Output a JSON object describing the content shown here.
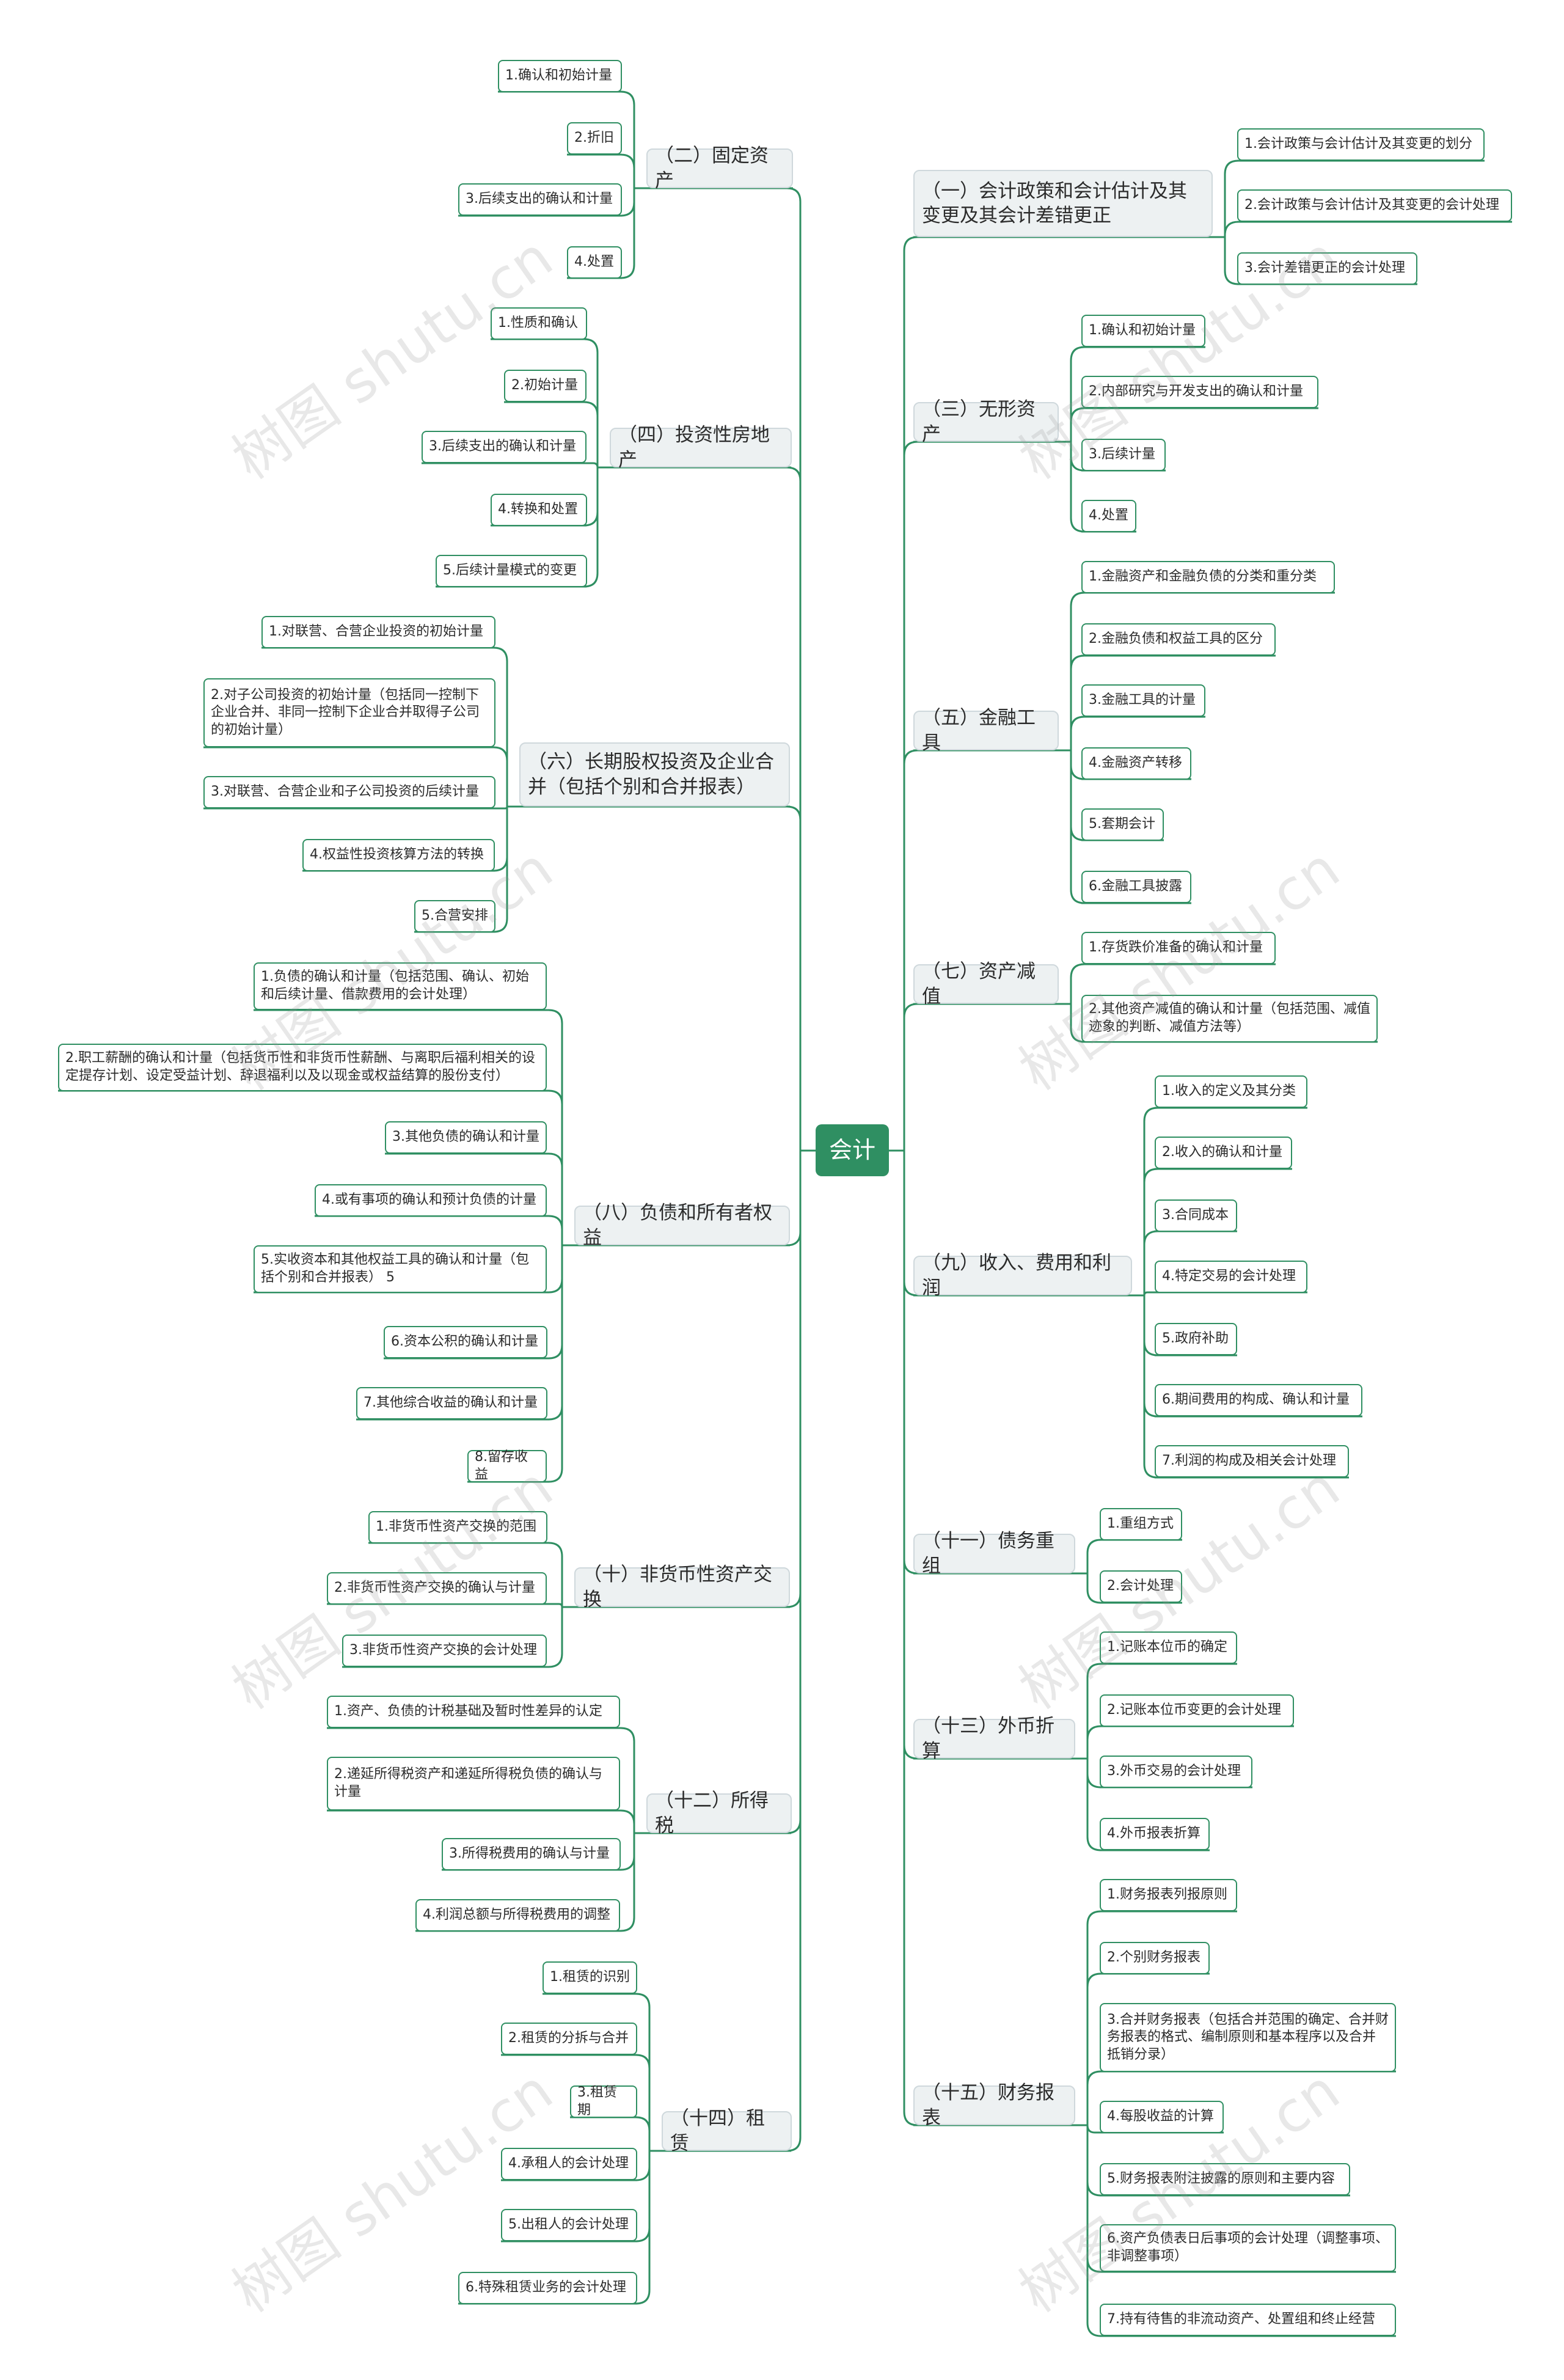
{
  "root": "会计",
  "left": [
    {
      "label": "（二）固定资产",
      "children": [
        "1.确认和初始计量",
        "2.折旧",
        "3.后续支出的确认和计量",
        "4.处置"
      ]
    },
    {
      "label": "（四）投资性房地产",
      "children": [
        "1.性质和确认",
        "2.初始计量",
        "3.后续支出的确认和计量",
        "4.转换和处置",
        "5.后续计量模式的变更"
      ]
    },
    {
      "label": "（六）长期股权投资及企业合并（包括个别和合并报表）",
      "children": [
        "1.对联营、合营企业投资的初始计量",
        "2.对子公司投资的初始计量（包括同一控制下企业合并、非同一控制下企业合并取得子公司的初始计量）",
        "3.对联营、合营企业和子公司投资的后续计量",
        "4.权益性投资核算方法的转换",
        "5.合营安排"
      ]
    },
    {
      "label": "（八）负债和所有者权益",
      "children": [
        "1.负债的确认和计量（包括范围、确认、初始和后续计量、借款费用的会计处理）",
        "2.职工薪酬的确认和计量（包括货币性和非货币性薪酬、与离职后福利相关的设定提存计划、设定受益计划、辞退福利以及以现金或权益结算的股份支付）",
        "3.其他负债的确认和计量",
        "4.或有事项的确认和预计负债的计量",
        "5.实收资本和其他权益工具的确认和计量（包括个别和合并报表） 5",
        "6.资本公积的确认和计量",
        "7.其他综合收益的确认和计量",
        "8.留存收益"
      ]
    },
    {
      "label": "（十）非货币性资产交换",
      "children": [
        "1.非货币性资产交换的范围",
        "2.非货币性资产交换的确认与计量",
        "3.非货币性资产交换的会计处理"
      ]
    },
    {
      "label": "（十二）所得税",
      "children": [
        "1.资产、负债的计税基础及暂时性差异的认定",
        "2.递延所得税资产和递延所得税负债的确认与计量",
        "3.所得税费用的确认与计量",
        "4.利润总额与所得税费用的调整"
      ]
    },
    {
      "label": "（十四）租赁",
      "children": [
        "1.租赁的识别",
        "2.租赁的分拆与合并",
        "3.租赁期",
        "4.承租人的会计处理",
        "5.出租人的会计处理",
        "6.特殊租赁业务的会计处理"
      ]
    }
  ],
  "right": [
    {
      "label": "（一）会计政策和会计估计及其变更及其会计差错更正",
      "children": [
        "1.会计政策与会计估计及其变更的划分",
        "2.会计政策与会计估计及其变更的会计处理",
        "3.会计差错更正的会计处理"
      ]
    },
    {
      "label": "（三）无形资产",
      "children": [
        "1.确认和初始计量",
        "2.内部研究与开发支出的确认和计量",
        "3.后续计量",
        "4.处置"
      ]
    },
    {
      "label": "（五）金融工具",
      "children": [
        "1.金融资产和金融负债的分类和重分类",
        "2.金融负债和权益工具的区分",
        "3.金融工具的计量",
        "4.金融资产转移",
        "5.套期会计",
        "6.金融工具披露"
      ]
    },
    {
      "label": "（七）资产减值",
      "children": [
        "1.存货跌价准备的确认和计量",
        "2.其他资产减值的确认和计量（包括范围、减值迹象的判断、减值方法等）"
      ]
    },
    {
      "label": "（九）收入、费用和利润",
      "children": [
        "1.收入的定义及其分类",
        "2.收入的确认和计量",
        "3.合同成本",
        "4.特定交易的会计处理",
        "5.政府补助",
        "6.期间费用的构成、确认和计量",
        "7.利润的构成及相关会计处理"
      ]
    },
    {
      "label": "（十一）债务重组",
      "children": [
        "1.重组方式",
        "2.会计处理"
      ]
    },
    {
      "label": "（十三）外币折算",
      "children": [
        "1.记账本位币的确定",
        "2.记账本位币变更的会计处理",
        "3.外币交易的会计处理",
        "4.外币报表折算"
      ]
    },
    {
      "label": "（十五）财务报表",
      "children": [
        "1.财务报表列报原则",
        "2.个别财务报表",
        "3.合并财务报表（包括合并范围的确定、合并财务报表的格式、编制原则和基本程序以及合并抵销分录）",
        "4.每股收益的计算",
        "5.财务报表附注披露的原则和主要内容",
        "6.资产负债表日后事项的会计处理（调整事项、非调整事项）",
        "7.持有待售的非流动资产、处置组和终止经营"
      ]
    }
  ],
  "watermark": "树图 shutu.cn",
  "colors": {
    "line": "#2f8f62",
    "root": "#2f8f62",
    "branch_bg": "#edf1f2",
    "branch_border": "#cfd8dc"
  }
}
